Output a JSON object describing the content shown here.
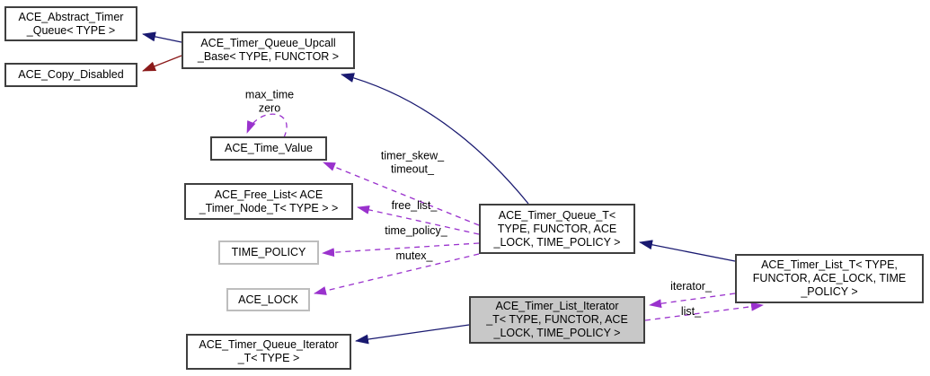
{
  "diagram": {
    "kind": "collaboration-graph",
    "nodes": {
      "abstract_timer_queue": {
        "label": "ACE_Abstract_Timer\n_Queue< TYPE >"
      },
      "copy_disabled": {
        "label": "ACE_Copy_Disabled"
      },
      "timer_queue_upcall_base": {
        "label": "ACE_Timer_Queue_Upcall\n_Base< TYPE, FUNCTOR >"
      },
      "time_value": {
        "label": "ACE_Time_Value"
      },
      "free_list": {
        "label": "ACE_Free_List< ACE\n_Timer_Node_T< TYPE > >"
      },
      "time_policy": {
        "label": "TIME_POLICY"
      },
      "ace_lock": {
        "label": "ACE_LOCK"
      },
      "timer_queue_iterator": {
        "label": "ACE_Timer_Queue_Iterator\n_T< TYPE >"
      },
      "timer_queue_t": {
        "label": "ACE_Timer_Queue_T<\nTYPE, FUNCTOR, ACE\n_LOCK, TIME_POLICY >"
      },
      "timer_list_iterator_t": {
        "label": "ACE_Timer_List_Iterator\n_T< TYPE, FUNCTOR, ACE\n_LOCK, TIME_POLICY >"
      },
      "timer_list_t": {
        "label": "ACE_Timer_List_T< TYPE,\nFUNCTOR, ACE_LOCK, TIME\n_POLICY >"
      }
    },
    "edge_labels": {
      "time_value_self": "max_time\nzero",
      "timer_skew_timeout": "timer_skew_\ntimeout_",
      "free_list": "free_list_",
      "time_policy": "time_policy_",
      "mutex": "mutex_",
      "iterator": "iterator_",
      "list": "list_"
    },
    "colors": {
      "inheritance_arrow": "#191970",
      "private_inheritance_arrow": "#8B1A1A",
      "usage_arrow": "#9A32CD",
      "node_border": "#3F3F3F",
      "placeholder_border": "#BDBDBD",
      "focus_node_fill": "#C8C8C8",
      "background": "#FFFFFF"
    }
  }
}
